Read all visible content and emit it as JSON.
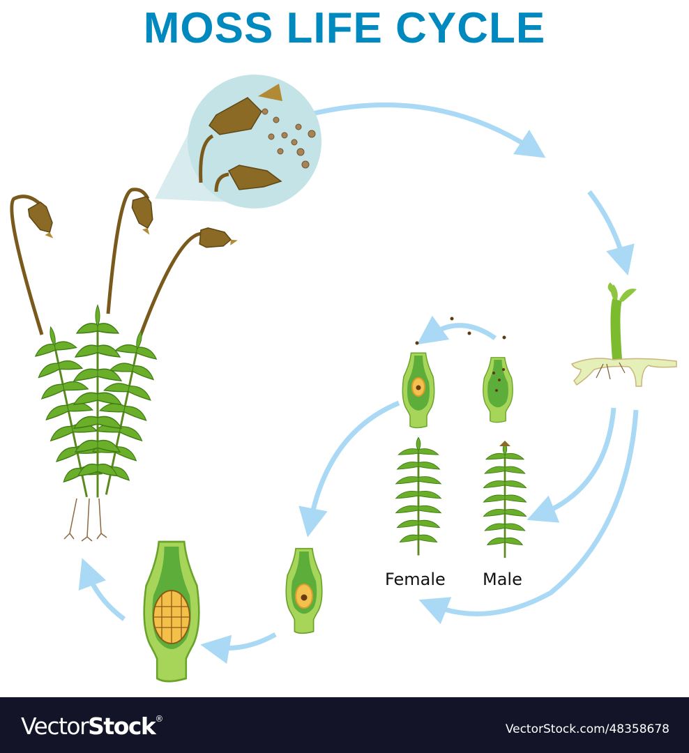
{
  "title": "MOSS LIFE CYCLE",
  "colors": {
    "title": "#0089bf",
    "arrow": "#a9d9f5",
    "leaf_green": "#6aae2a",
    "capsule_brown": "#8a6a24",
    "zoom_circle": "#c4e3e6",
    "footer_bg": "#131427"
  },
  "stages": [
    {
      "id": "mature-sporophyte",
      "description": "Adult moss with sporophyte capsules"
    },
    {
      "id": "spore-release",
      "description": "Capsule releasing spores (magnified)"
    },
    {
      "id": "protonema",
      "description": "Germinating spore forming protonema with young shoot"
    },
    {
      "id": "gametophytes",
      "description": "Female and male gametophytes"
    },
    {
      "id": "fertilization",
      "description": "Sperm swim from antheridium to archegonium"
    },
    {
      "id": "zygote",
      "description": "Zygote inside archegonium"
    },
    {
      "id": "embryo",
      "description": "Developing embryo inside archegonium"
    }
  ],
  "labels": {
    "female": "Female",
    "male": "Male"
  },
  "footer": {
    "brand_light": "Vector",
    "brand_bold": "Stock",
    "registered": "®",
    "reference": "VectorStock.com/48358678"
  }
}
